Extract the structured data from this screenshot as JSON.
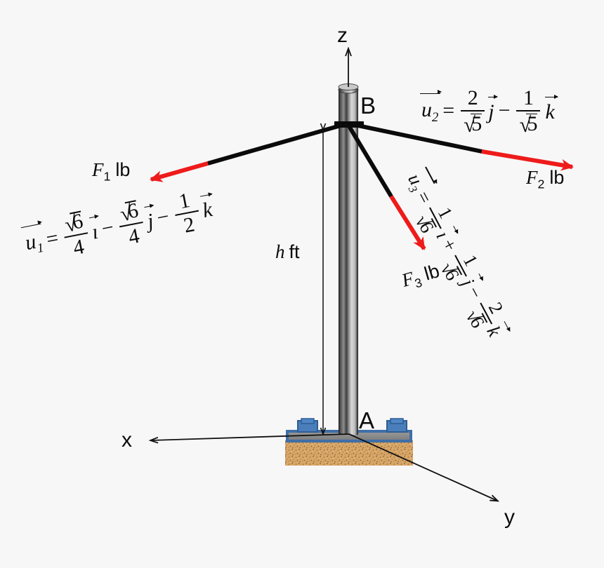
{
  "figure": {
    "background_color": "#f7f7f7",
    "cable_color": "#000000",
    "force_arrow_color": "#ee1b1b",
    "pole_color_light": "#d8d8d8",
    "pole_color_dark": "#1c1c1c",
    "base_plate_border": "#3f6fa8",
    "base_plate_fill": "#8c8c8c",
    "bolt_color": "#4a7ebb",
    "soil_color": "#d9a86c"
  },
  "axes": {
    "z_label": "z",
    "x_label": "x",
    "y_label": "y"
  },
  "nodes": {
    "top_label": "B",
    "base_label": "A"
  },
  "dimension": {
    "height_label_italic": "h",
    "height_label_units": "ft"
  },
  "forces": [
    {
      "id": "f1",
      "symbol": "F",
      "subscript": "1",
      "units": "lb"
    },
    {
      "id": "f2",
      "symbol": "F",
      "subscript": "2",
      "units": "lb"
    },
    {
      "id": "f3",
      "symbol": "F",
      "subscript": "3",
      "units": "lb"
    }
  ],
  "equations": {
    "u1": {
      "name": "u",
      "sub": "1",
      "equals": "=",
      "terms": [
        {
          "sign": "",
          "num": "√6",
          "num_is_sqrt": true,
          "num_radicand": "6",
          "den": "4",
          "unit": "ı"
        },
        {
          "sign": "−",
          "num": "√6",
          "num_is_sqrt": true,
          "num_radicand": "6",
          "den": "4",
          "unit": "j"
        },
        {
          "sign": "−",
          "num": "1",
          "num_is_sqrt": false,
          "num_radicand": "",
          "den": "2",
          "unit": "k"
        }
      ]
    },
    "u2": {
      "name": "u",
      "sub": "2",
      "equals": "=",
      "terms": [
        {
          "sign": "",
          "num": "2",
          "num_is_sqrt": false,
          "num_radicand": "",
          "den": "√5",
          "den_is_sqrt": true,
          "den_radicand": "5",
          "unit": "j"
        },
        {
          "sign": "−",
          "num": "1",
          "num_is_sqrt": false,
          "num_radicand": "",
          "den": "√5",
          "den_is_sqrt": true,
          "den_radicand": "5",
          "unit": "k"
        }
      ]
    },
    "u3": {
      "name": "u",
      "sub": "3",
      "equals": "=",
      "terms": [
        {
          "sign": "",
          "num": "1",
          "num_is_sqrt": false,
          "num_radicand": "",
          "den": "√6",
          "den_is_sqrt": true,
          "den_radicand": "6",
          "unit": "ı"
        },
        {
          "sign": "+",
          "num": "1",
          "num_is_sqrt": false,
          "num_radicand": "",
          "den": "√6",
          "den_is_sqrt": true,
          "den_radicand": "6",
          "unit": "j"
        },
        {
          "sign": "−",
          "num": "2",
          "num_is_sqrt": false,
          "num_radicand": "",
          "den": "√6",
          "den_is_sqrt": true,
          "den_radicand": "6",
          "unit": "k"
        }
      ]
    }
  }
}
